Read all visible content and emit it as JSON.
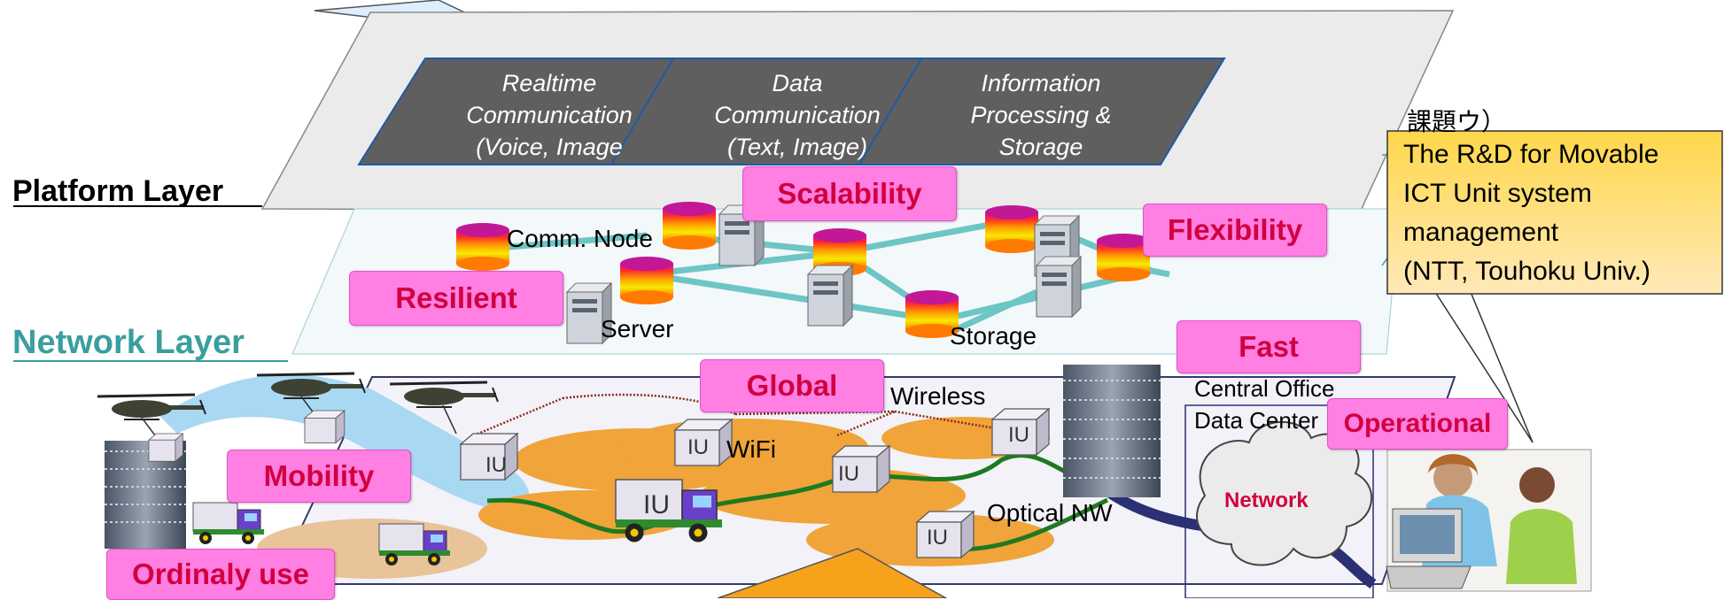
{
  "colors": {
    "platform": "#ebebeb",
    "network_layer": "#3b9e9e",
    "tag_fill": "#ff7fe3",
    "tag_text": "#d1003f",
    "callout": "#ffc628",
    "cloud_text": "#d1003f"
  },
  "layers": {
    "platform": "Platform Layer",
    "network": "Network Layer"
  },
  "platform_boxes": [
    {
      "text": [
        "Realtime",
        "Communication",
        "(Voice, Image"
      ]
    },
    {
      "text": [
        "Data",
        "Communication",
        "(Text, Image)"
      ]
    },
    {
      "text": [
        "Information",
        "Processing &",
        "Storage"
      ]
    }
  ],
  "tags": {
    "scalability": "Scalability",
    "flexibility": "Flexibility",
    "resilient": "Resilient",
    "fast": "Fast",
    "global": "Global",
    "operational": "Operational",
    "mobility": "Mobility",
    "ordinary": "Ordinaly use"
  },
  "labels": {
    "comm_node": "Comm. Node",
    "server": "Server",
    "storage": "Storage",
    "wireless": "Wireless",
    "wifi": "WiFi",
    "optical": "Optical NW",
    "central_office": "Central Office",
    "data_center": "Data Center",
    "network": "Network",
    "iu": "IU"
  },
  "callout": {
    "heading": "課題ウ）",
    "lines": [
      "The R&D for Movable",
      "ICT Unit system",
      "management",
      "(NTT, Touhoku Univ.)"
    ]
  },
  "icons": [
    "database-icon",
    "server-icon",
    "helicopter-icon",
    "truck-icon",
    "building-icon",
    "cloud-icon",
    "operators-icon",
    "satellite-dish-icon"
  ]
}
